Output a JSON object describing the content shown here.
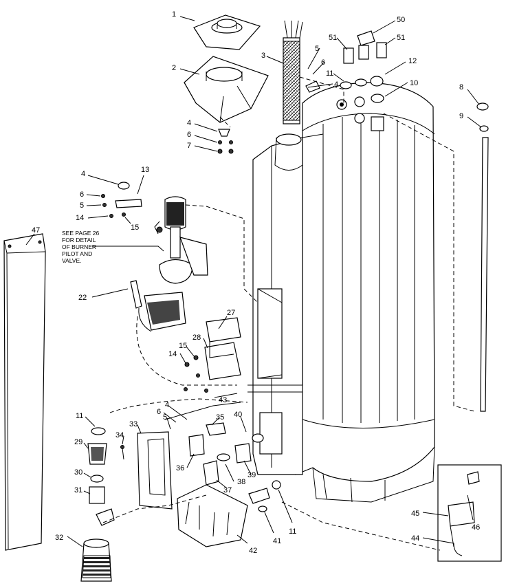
{
  "note": [
    "SEE PAGE 26",
    "FOR DETAIL",
    "OF BURNER",
    "PILOT AND",
    "VALVE."
  ],
  "callouts": [
    "1",
    "2",
    "3",
    "4",
    "6",
    "7",
    "4",
    "13",
    "6",
    "5",
    "14",
    "15",
    "47",
    "22",
    "27",
    "28",
    "15",
    "14",
    "43",
    "11",
    "29",
    "30",
    "31",
    "32",
    "33",
    "34",
    "5",
    "6",
    "4",
    "35",
    "40",
    "36",
    "37",
    "38",
    "39",
    "42",
    "41",
    "11",
    "5",
    "6",
    "51",
    "50",
    "51",
    "11",
    "4",
    "12",
    "10",
    "8",
    "9",
    "45",
    "46",
    "44"
  ]
}
